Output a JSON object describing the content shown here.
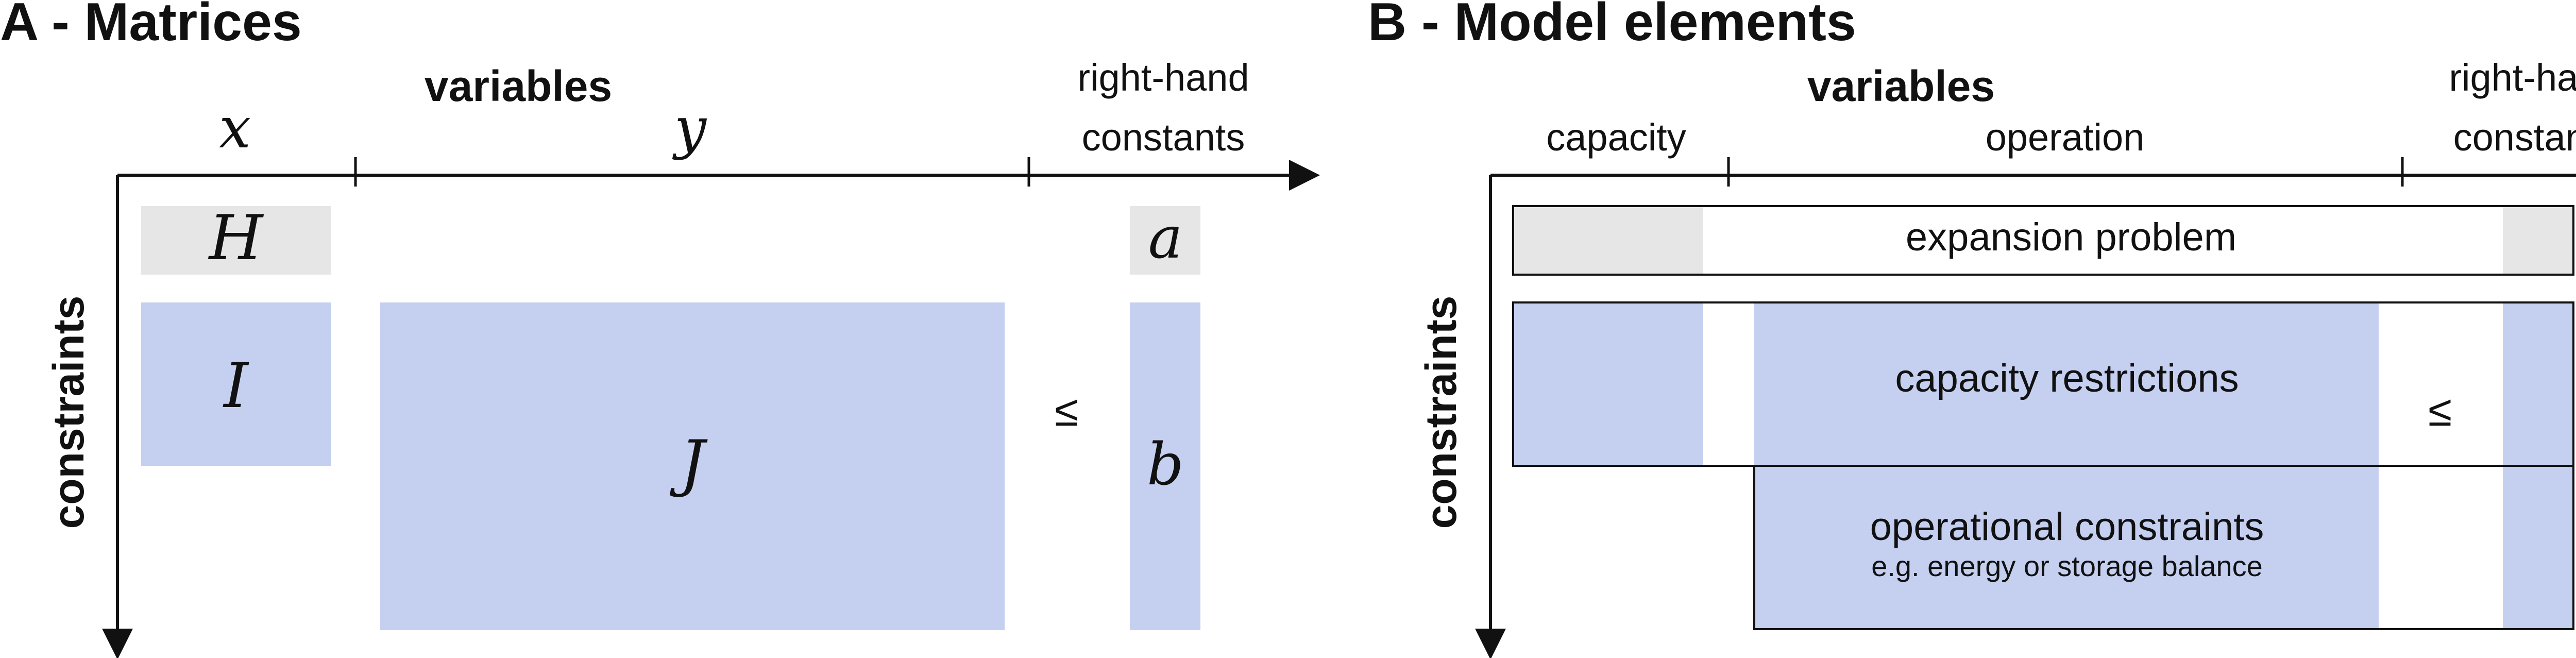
{
  "colors": {
    "blue_block": "#c5cff0",
    "grey_block": "#e6e6e6",
    "stroke": "#111111",
    "text": "#111111"
  },
  "panel_a": {
    "title": "A - Matrices",
    "variables_label": "variables",
    "rhs_label_line1": "right-hand",
    "rhs_label_line2": "constants",
    "col_x": "x",
    "col_y": "y",
    "constraints_label": "constraints",
    "block_H": "H",
    "block_a": "a",
    "block_I": "I",
    "block_J": "J",
    "block_b": "b",
    "leq": "≤"
  },
  "panel_b": {
    "title": "B - Model elements",
    "variables_label": "variables",
    "rhs_label_line1": "right-hand",
    "rhs_label_line2": "constants",
    "col_capacity": "capacity",
    "col_operation": "operation",
    "constraints_label": "constraints",
    "expansion_problem": "expansion problem",
    "capacity_restrictions": "capacity restrictions",
    "operational_constraints": "operational constraints",
    "operational_example": "e.g. energy or storage balance",
    "leq": "≤"
  }
}
